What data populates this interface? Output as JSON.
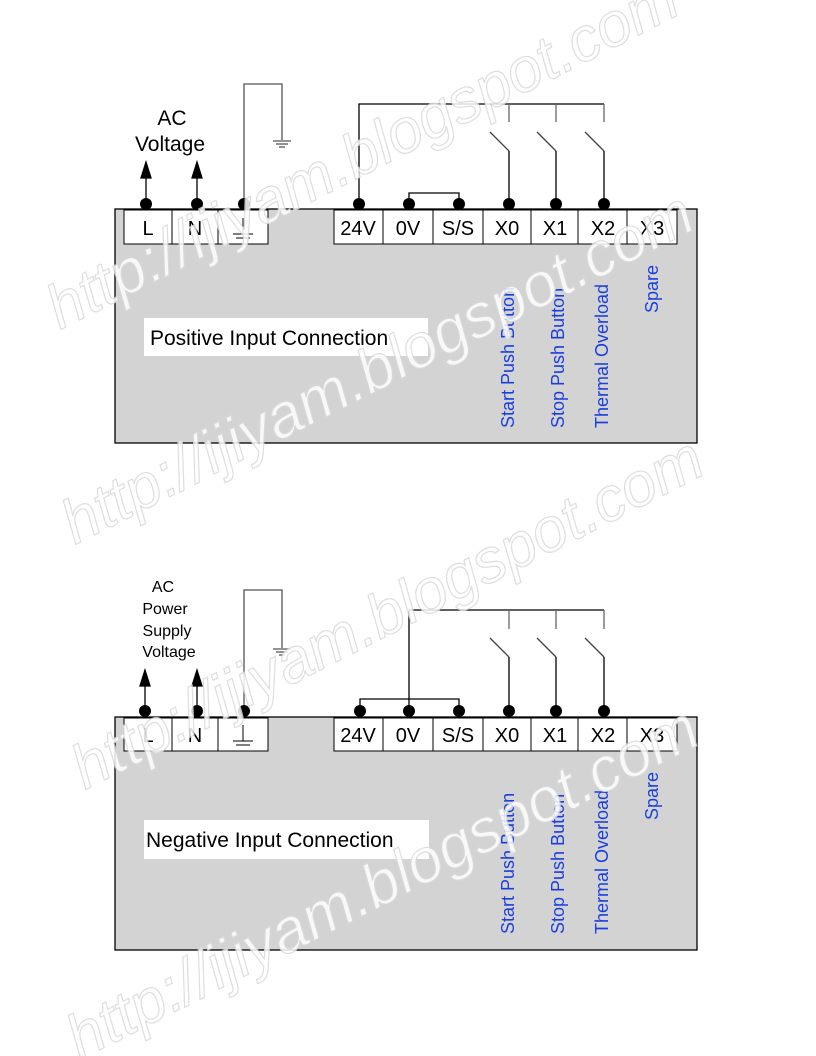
{
  "diagrams": [
    {
      "id": "positive",
      "title": "Positive Input Connection",
      "ac_label_lines": [
        "AC",
        "Voltage"
      ],
      "power_terminals": [
        "L",
        "N",
        "⏚"
      ],
      "io_terminals": [
        "24V",
        "0V",
        "S/S",
        "X0",
        "X1",
        "X2",
        "X3"
      ],
      "input_labels": [
        "Start Push Button",
        "Stop Push Button",
        "Thermal Overload",
        "Spare"
      ],
      "common_jumper": "0V to S/S",
      "switch_common": "24V"
    },
    {
      "id": "negative",
      "title": "Negative Input Connection",
      "ac_label_lines": [
        "AC",
        "Power",
        "Supply",
        "Voltage"
      ],
      "power_terminals": [
        "L",
        "N",
        "⏚"
      ],
      "io_terminals": [
        "24V",
        "0V",
        "S/S",
        "X0",
        "X1",
        "X2",
        "X3"
      ],
      "input_labels": [
        "Start Push Button",
        "Stop Push Button",
        "Thermal Overload",
        "Spare"
      ],
      "common_jumper": "24V to S/S",
      "switch_common": "0V"
    }
  ],
  "watermark": "http://ijiyam.blogspot.com",
  "colors": {
    "panel_fill": "#d3d3d3",
    "label_blue": "#1a3fe0",
    "wire": "#000000"
  }
}
